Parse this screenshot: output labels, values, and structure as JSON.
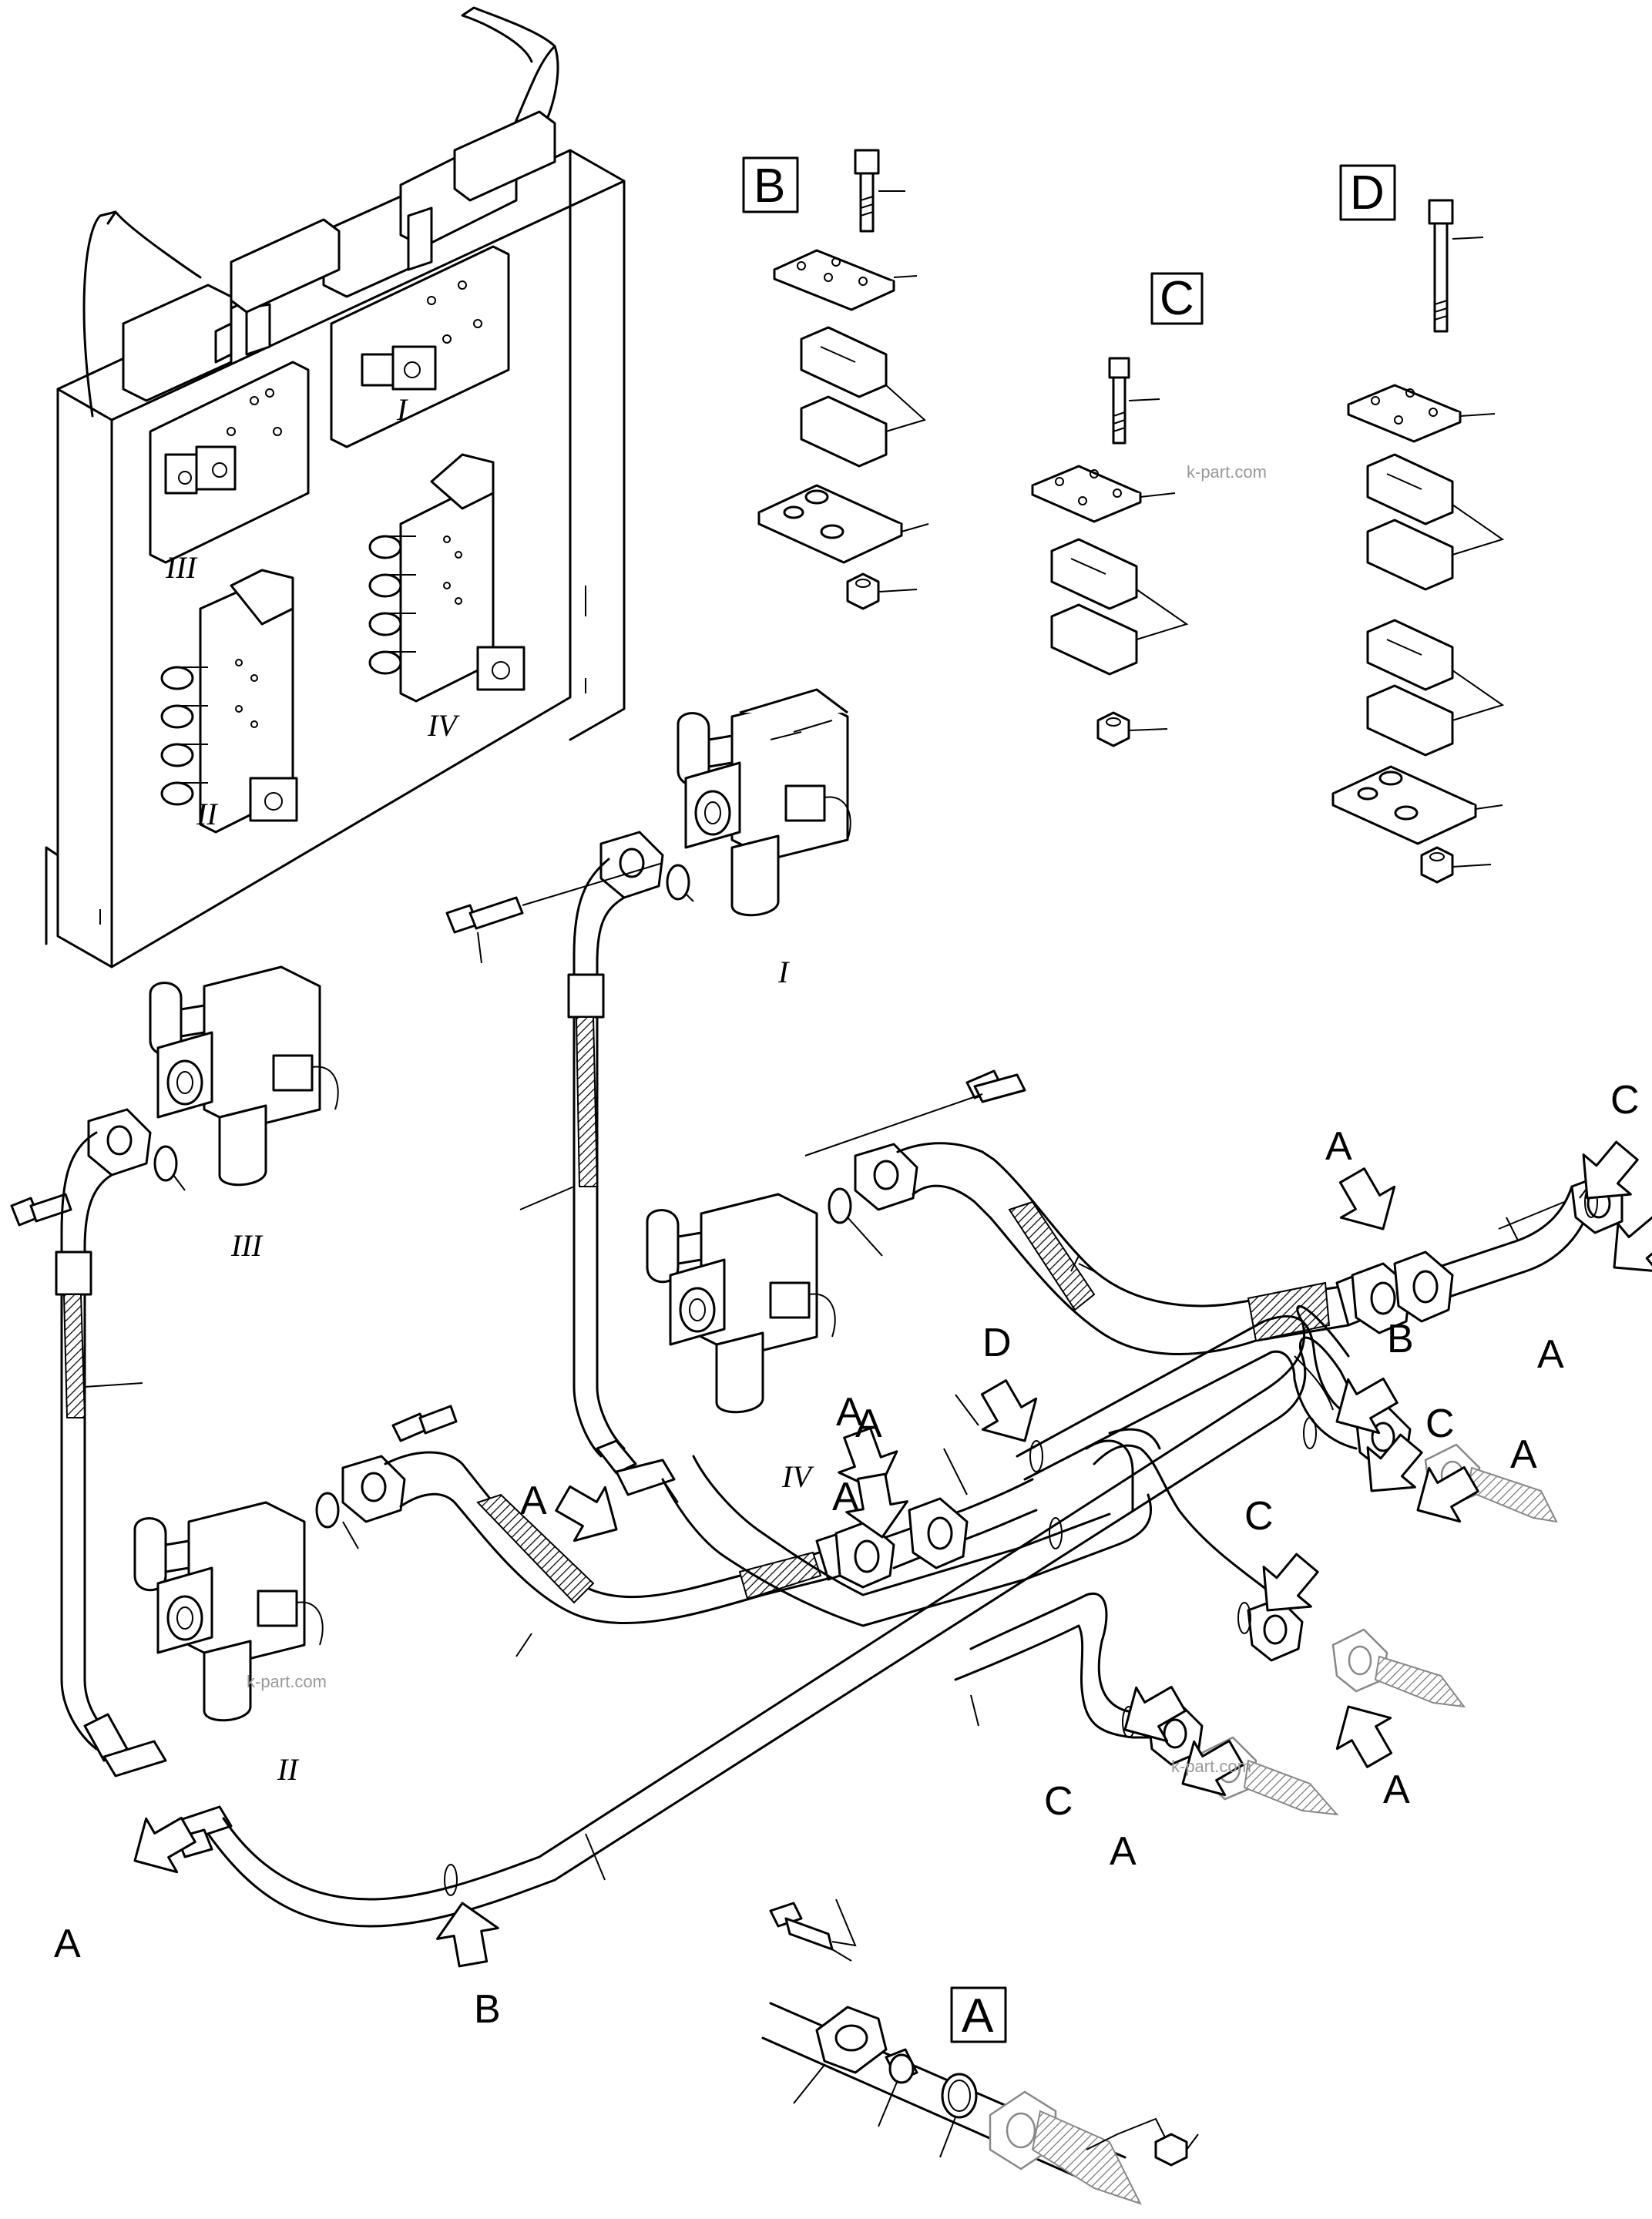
{
  "detail_views": {
    "A": "A",
    "B": "B",
    "C": "C",
    "D": "D"
  },
  "valve_numerals": {
    "I": "I",
    "II": "II",
    "III": "III",
    "IV": "IV"
  },
  "valve_bank_numerals": {
    "I": "I",
    "II": "II",
    "III": "III",
    "IV": "IV"
  },
  "arrow_labels": {
    "a1": "A",
    "a2": "A",
    "a3": "A",
    "a4": "A",
    "a5": "A",
    "a6": "A",
    "a7": "A",
    "a8": "A",
    "a9": "A",
    "a10": "A",
    "b1": "B",
    "b2": "B",
    "c1": "C",
    "c2": "C",
    "c3": "C",
    "c4": "C",
    "d1": "D"
  },
  "watermark": "k-part.com"
}
